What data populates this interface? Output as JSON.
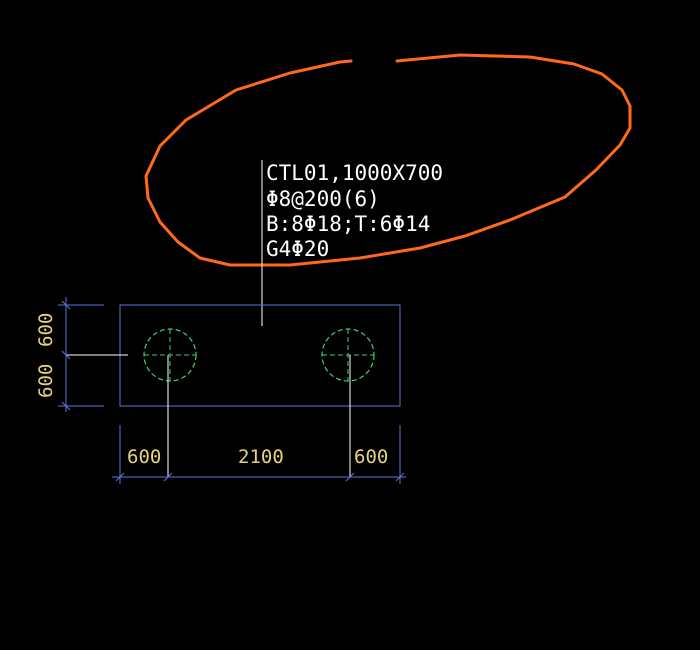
{
  "cap_note": {
    "lines": [
      "CTL01,1000X700",
      "Φ8@200(6)",
      "B:8Φ18;T:6Φ14",
      "G4Φ20"
    ]
  },
  "dimensions": {
    "horizontal": [
      "600",
      "2100",
      "600"
    ],
    "vertical": [
      "600",
      "600"
    ]
  },
  "colors": {
    "background": "#000000",
    "note_text": "#ffffff",
    "dimension_text": "#e6d27a",
    "dimension_lines": "#5a76d8",
    "pile_circles": "#3cd07a",
    "markup_cloud": "#ff6a1a"
  }
}
